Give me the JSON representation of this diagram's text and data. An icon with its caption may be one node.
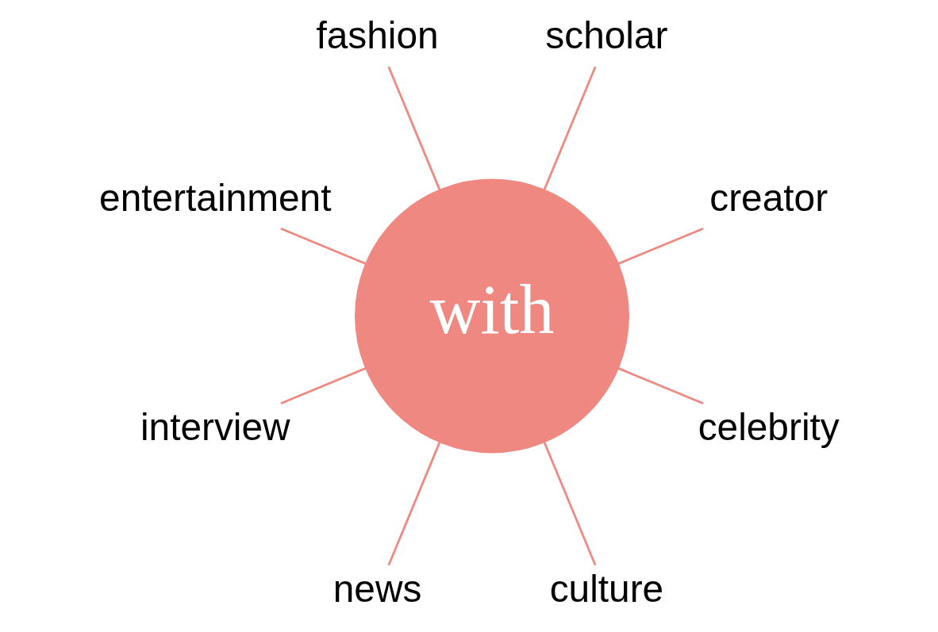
{
  "diagram": {
    "nodes": [
      {
        "text": [
          "with"
        ]
      },
      {
        "text": [
          "creator"
        ]
      },
      {
        "text": [
          "scholar"
        ]
      },
      {
        "text": [
          "fashion"
        ]
      },
      {
        "text": [
          "entertainment"
        ]
      },
      {
        "text": [
          "interview"
        ]
      },
      {
        "text": [
          "news"
        ]
      },
      {
        "text": [
          "culture"
        ]
      },
      {
        "text": [
          "celebrity"
        ]
      }
    ],
    "edges": [
      {
        "from": 0,
        "to": 1,
        "arrow": "none"
      },
      {
        "from": 0,
        "to": 3,
        "arrow": "none"
      },
      {
        "from": 0,
        "to": 5,
        "arrow": "none"
      },
      {
        "from": 0,
        "to": 7,
        "arrow": "none"
      },
      {
        "from": 0,
        "to": 8,
        "arrow": "none"
      },
      {
        "from": 0,
        "to": 6,
        "arrow": "none"
      },
      {
        "from": 0,
        "to": 4,
        "arrow": "none"
      },
      {
        "from": 0,
        "to": 2,
        "arrow": "none"
      }
    ]
  }
}
